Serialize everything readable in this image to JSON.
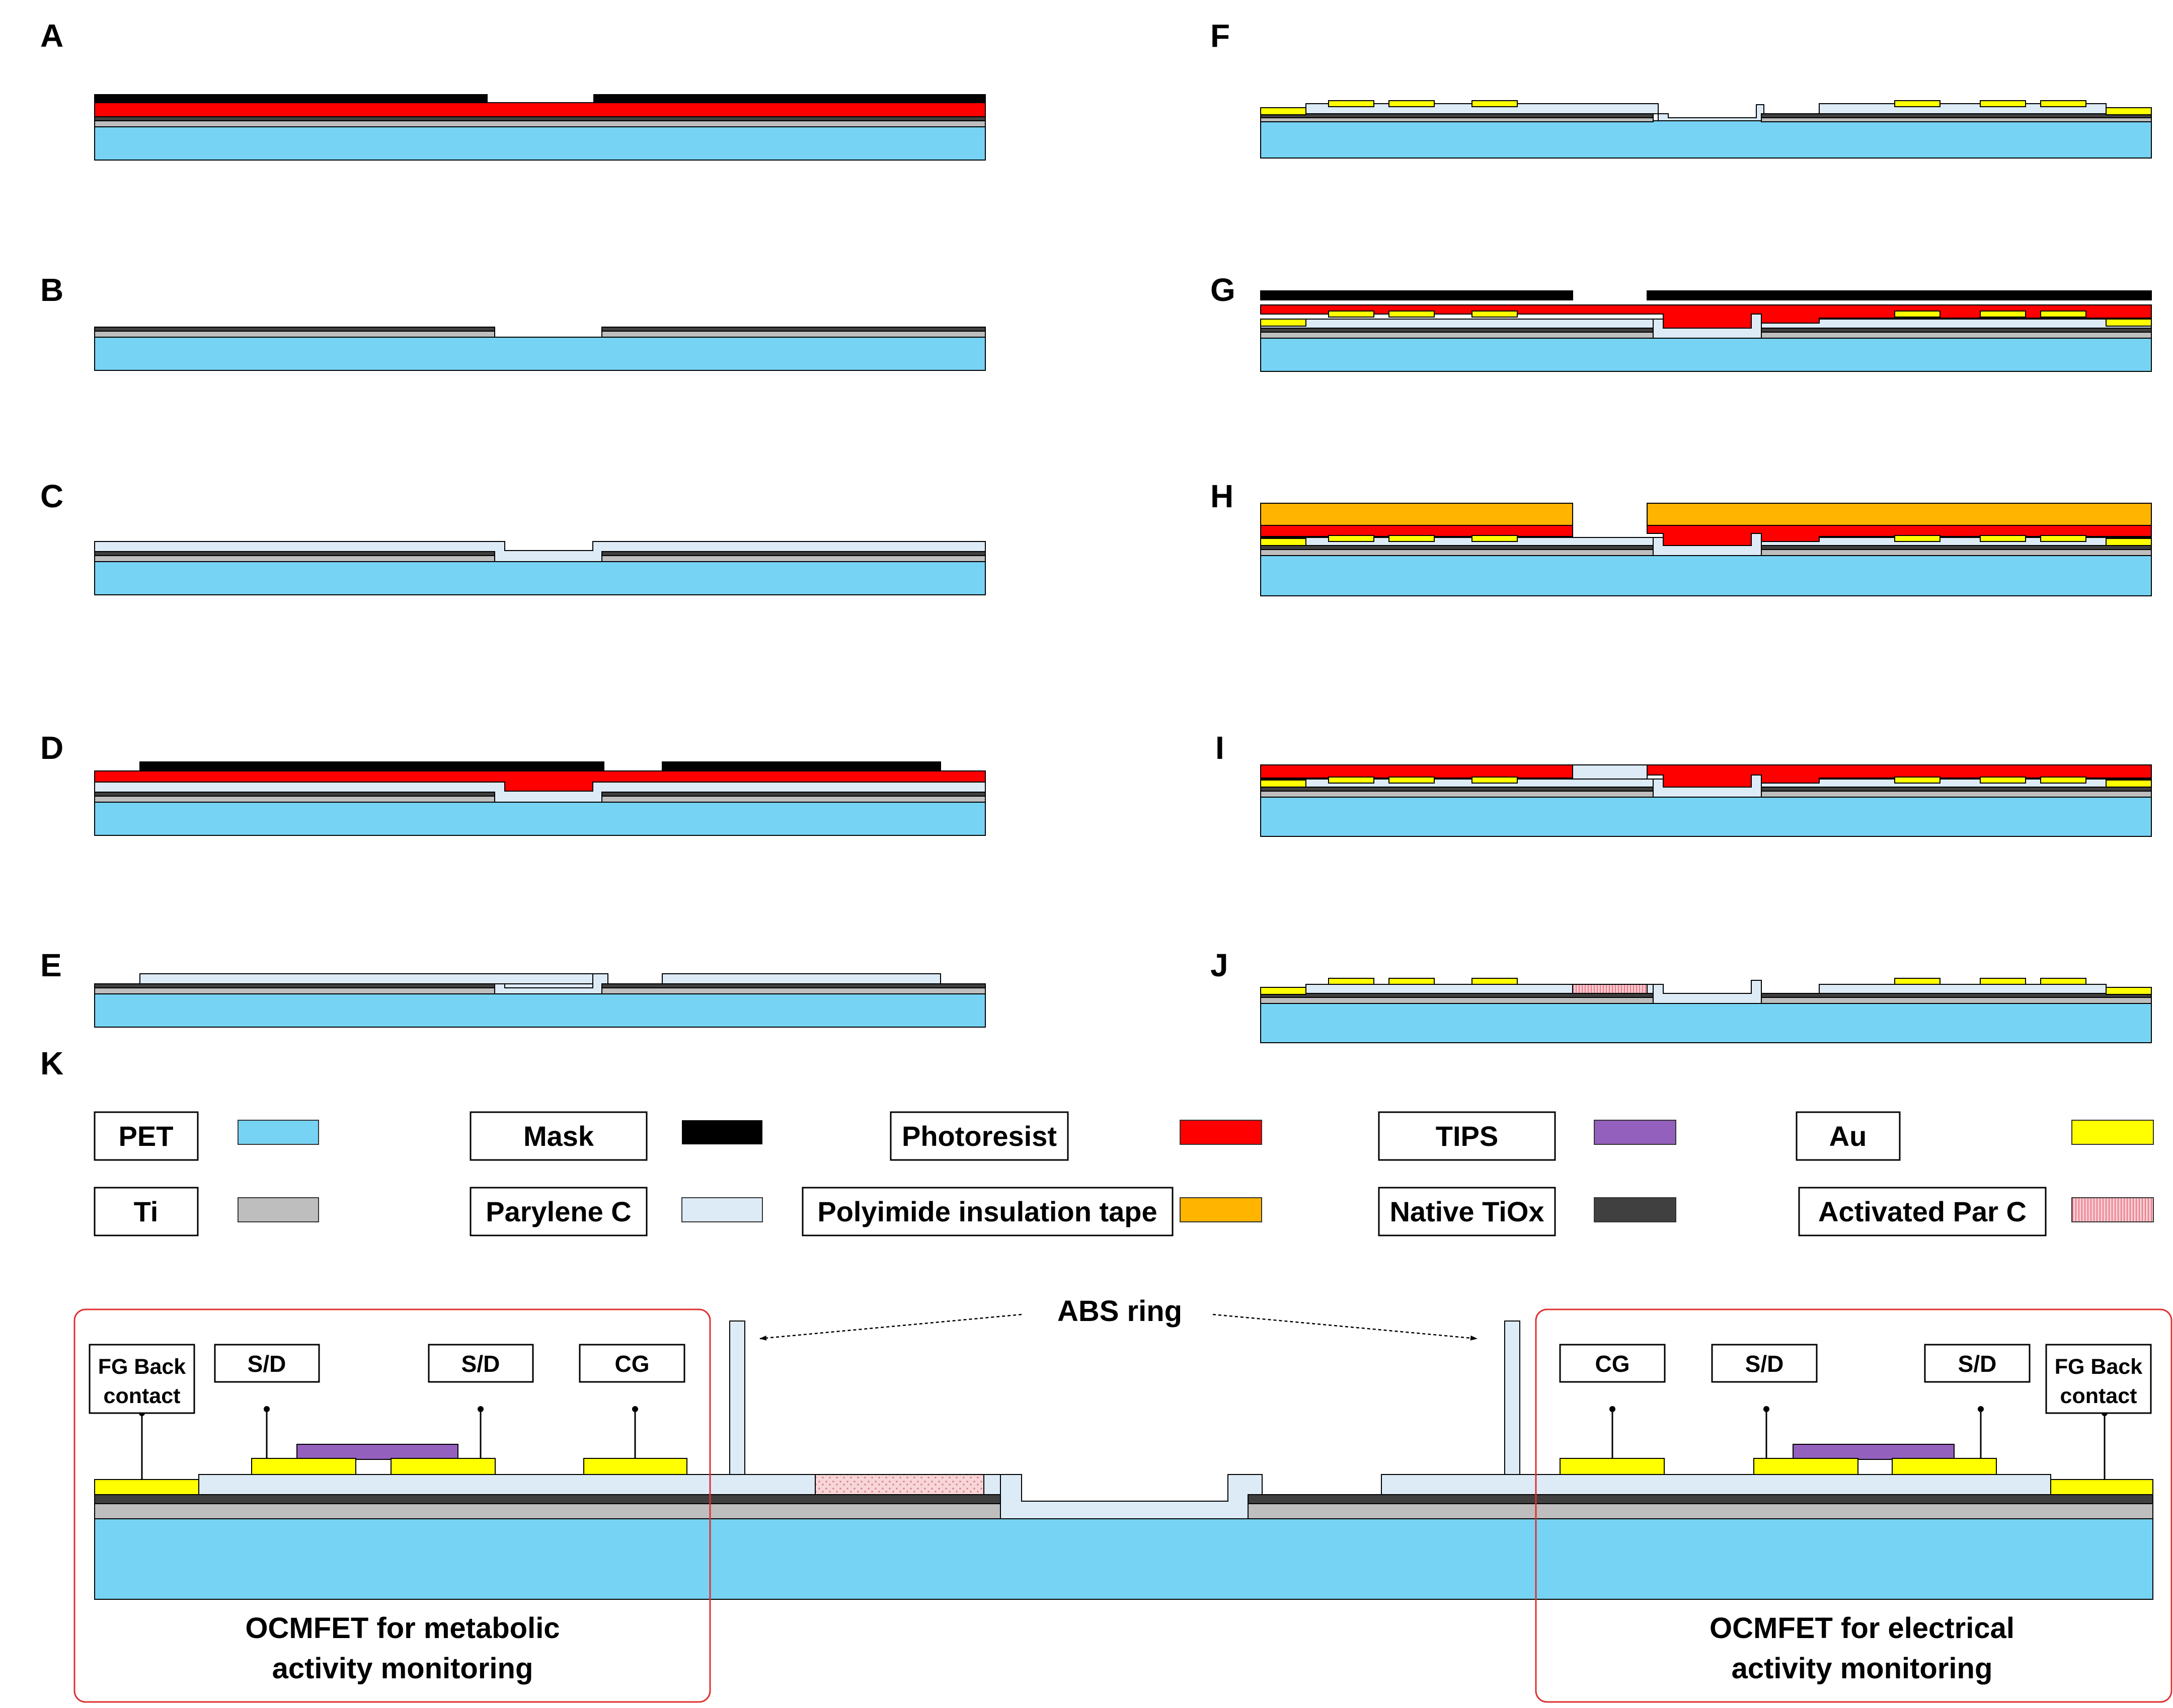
{
  "colors": {
    "pet": "#77D3F4",
    "ti": "#BEBEBE",
    "tiox": "#404040",
    "parylene": "#DDEBF7",
    "photoresist": "#FF0000",
    "mask": "#000000",
    "au": "#FFFF00",
    "tips": "#9460BD",
    "tape": "#FFB400",
    "activated": "#F7C9CF",
    "frame": "#E03030",
    "outline": "#000000"
  },
  "panels": {
    "A": "A",
    "B": "B",
    "C": "C",
    "D": "D",
    "E": "E",
    "F": "F",
    "G": "G",
    "H": "H",
    "I": "I",
    "J": "J",
    "K": "K"
  },
  "legend": [
    {
      "label": "PET",
      "material": "pet"
    },
    {
      "label": "Mask",
      "material": "mask"
    },
    {
      "label": "Photoresist",
      "material": "photoresist"
    },
    {
      "label": "TIPS",
      "material": "tips"
    },
    {
      "label": "Au",
      "material": "au"
    },
    {
      "label": "Ti",
      "material": "ti"
    },
    {
      "label": "Parylene C",
      "material": "parylene"
    },
    {
      "label": "Polyimide insulation tape",
      "material": "tape"
    },
    {
      "label": "Native TiOx",
      "material": "tiox"
    },
    {
      "label": "Activated Par C",
      "material": "activated"
    }
  ],
  "device": {
    "abs_ring": "ABS ring",
    "terminals": {
      "fg_back_line1": "FG Back",
      "fg_back_line2": "contact",
      "sd": "S/D",
      "cg": "CG"
    },
    "left_caption_line1": "OCMFET for metabolic",
    "left_caption_line2": "activity monitoring",
    "right_caption_line1": "OCMFET for electrical",
    "right_caption_line2": "activity monitoring"
  }
}
